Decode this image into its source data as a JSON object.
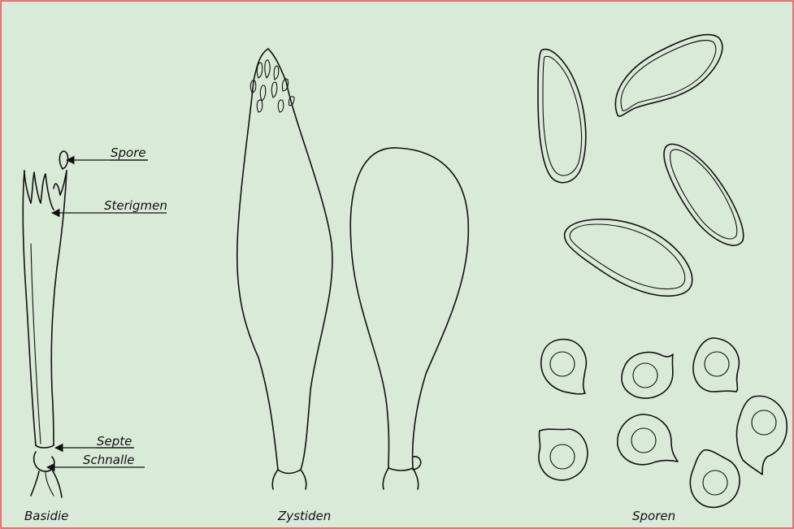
{
  "colors": {
    "background": "#d9ead9",
    "frame": "#e0474c",
    "stroke": "#111111"
  },
  "labels": {
    "spore": "Spore",
    "sterigmen": "Sterigmen",
    "septe": "Septe",
    "schnalle": "Schnalle"
  },
  "captions": {
    "basidie": "Basidie",
    "zystiden": "Zystiden",
    "sporen": "Sporen"
  }
}
